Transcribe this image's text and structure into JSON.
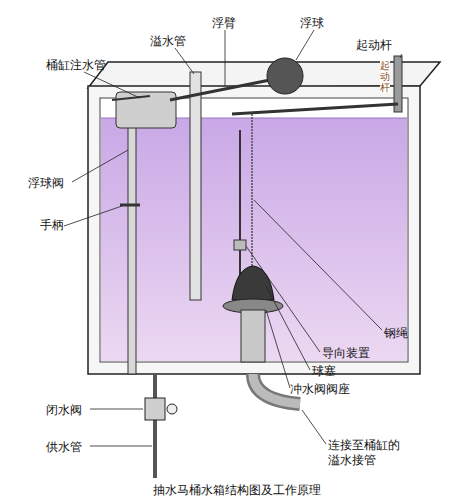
{
  "diagram": {
    "caption": "抽水马桶水箱结构图及工作原理",
    "labels": [
      "浮臂",
      "浮球",
      "溢水管",
      "起动杆",
      "起动杆",
      "桶缸注水管",
      "浮球阀",
      "手柄",
      "钢绳",
      "导向装置",
      "球塞",
      "冲水阀阀座",
      "闭水阀",
      "供水管",
      "连接至桶缸的溢水接管"
    ]
  }
}
